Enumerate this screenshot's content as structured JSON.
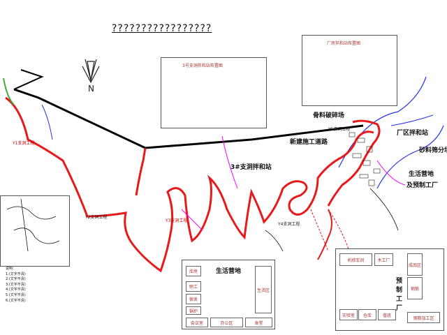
{
  "title": "?????????????????",
  "compass": {
    "letter": "N"
  },
  "labels": {
    "station3_plan": "3号支洞拌和站布置图",
    "plant_plan": "厂房拌和站布置图",
    "gravel_plant": "骨料破碎场",
    "new_construction_road": "新建施工道路",
    "plant_mixing_station": "厂区拌和站",
    "gravel_separation": "砂料筛分场",
    "station3": "3#支洞拌和站",
    "living_camp_right": "生活营地",
    "prefab_factory_right": "及预制工厂",
    "living_camp": "生活营地",
    "prefab_factory": "预制工厂",
    "tunnel_y4": "Y4支洞工程",
    "tunnel_y1": "Y1支洞工程",
    "tunnel_y2": "Y2支洞工程",
    "tunnel_y5": "Y5支洞工程",
    "tunnel_y3": "Y3支洞工程"
  },
  "camp": {
    "left": [
      "库房",
      "职工",
      "宿舍",
      "锅炉"
    ],
    "bottom": [
      "会议室",
      "办公区",
      "食堂"
    ],
    "right": "生活区"
  },
  "factory": {
    "top": [
      "机修车间",
      "木工厂"
    ],
    "side": [
      "成品区",
      "钢筋"
    ],
    "bottom": [
      "实验室",
      "仓库",
      "值班"
    ],
    "area": "钢筋加工区"
  },
  "notes": {
    "heading": "说明：",
    "lines": [
      "1.(文字不清)",
      "2.(文字不清)",
      "3.(文字不清)",
      "4.(文字不清)",
      "5.(文字不清)",
      "6.(文字不清)"
    ]
  },
  "colors": {
    "road": "#e8191b",
    "trunk": "#000000",
    "river": "#2233ee",
    "accent": "#ff00ff"
  }
}
